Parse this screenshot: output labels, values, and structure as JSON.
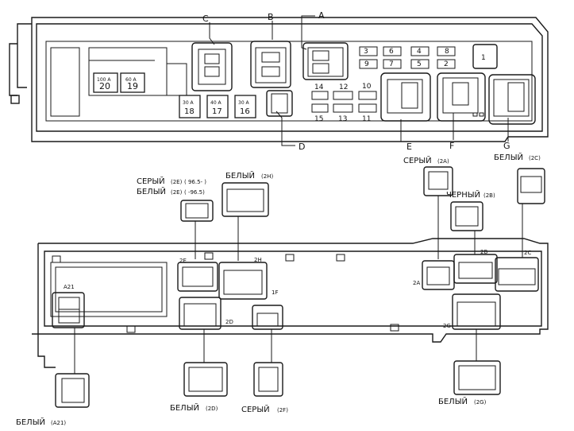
{
  "upper_block": {
    "callouts": [
      "A",
      "B",
      "C",
      "D",
      "E",
      "F",
      "G"
    ],
    "fuse_numbers": [
      "1",
      "2",
      "3",
      "4",
      "5",
      "6",
      "7",
      "8",
      "9",
      "10",
      "11",
      "12",
      "13",
      "14",
      "15",
      "16",
      "17",
      "18",
      "19",
      "20"
    ],
    "fuse_ratings": {
      "f20": "100 A",
      "f19": "60 A",
      "f18": "30 A",
      "f17": "40 A",
      "f16": "30 A"
    }
  },
  "labels": {
    "grey_2e": "СЕРЫЙ",
    "grey_2e_code": "(2E)",
    "grey_2e_note": "( 96.5- )",
    "white_2e": "БЕЛЫЙ",
    "white_2e_code": "(2E)",
    "white_2e_note": "( -96.5)",
    "white_2h": "БЕЛЫЙ",
    "white_2h_code": "(2H)",
    "grey_2a": "СЕРЫЙ",
    "grey_2a_code": "(2A)",
    "white_2c": "БЕЛЫЙ",
    "white_2c_code": "(2C)",
    "black_2b": "ЧЕРНЫЙ",
    "black_2b_code": "(2B)",
    "white_a21": "БЕЛЫЙ",
    "white_a21_code": "(A21)",
    "white_2d": "БЕЛЫЙ",
    "white_2d_code": "(2D)",
    "grey_2f": "СЕРЫЙ",
    "grey_2f_code": "(2F)",
    "white_2g": "БЕЛЫЙ",
    "white_2g_code": "(2G)"
  },
  "lower_block_tags": {
    "t2e": "2E",
    "t2h": "2H",
    "t1f": "1F",
    "t2a": "2A",
    "t2b": "2B",
    "t2c": "2C",
    "t2g": "2G",
    "ta21": "A21",
    "t2d": "2D"
  }
}
